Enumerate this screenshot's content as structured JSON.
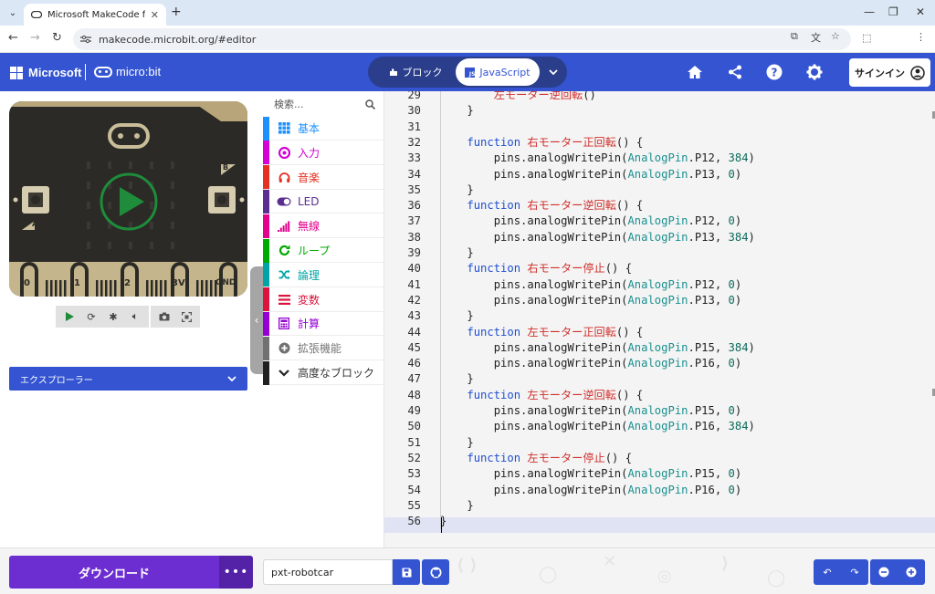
{
  "browser": {
    "tab_title": "Microsoft MakeCode for micro:bit",
    "url": "makecode.microbit.org/#editor"
  },
  "header": {
    "brand": "Microsoft",
    "product": "micro:bit",
    "blocks_label": "ブロック",
    "js_label": "JavaScript",
    "signin_label": "サインイン",
    "accent": "#3454d1"
  },
  "simulator": {
    "pins": [
      "0",
      "1",
      "2",
      "3V",
      "GND"
    ],
    "button_a": "A",
    "button_b": "B",
    "explorer_label": "エクスプローラー"
  },
  "toolbox": {
    "search_placeholder": "検索...",
    "categories": [
      {
        "label": "基本",
        "color": "#1e90ff",
        "icon": "grid-icon"
      },
      {
        "label": "入力",
        "color": "#d400d4",
        "icon": "input-icon"
      },
      {
        "label": "音楽",
        "color": "#e63022",
        "icon": "headphones-icon"
      },
      {
        "label": "LED",
        "color": "#5c2d91",
        "icon": "toggle-icon"
      },
      {
        "label": "無線",
        "color": "#e3008c",
        "icon": "signal-icon"
      },
      {
        "label": "ループ",
        "color": "#00aa00",
        "icon": "loop-icon"
      },
      {
        "label": "論理",
        "color": "#00a4a6",
        "icon": "shuffle-icon"
      },
      {
        "label": "変数",
        "color": "#dc143c",
        "icon": "list-icon"
      },
      {
        "label": "計算",
        "color": "#9400d3",
        "icon": "calculator-icon"
      },
      {
        "label": "拡張機能",
        "color": "#717171",
        "icon": "plus-circle-icon"
      },
      {
        "label": "高度なブロック",
        "color": "#212121",
        "icon": "chevron-down-icon"
      }
    ]
  },
  "code": {
    "lines": [
      {
        "n": "29",
        "seg": [
          [
            "",
            "        "
          ],
          [
            "fn",
            "左モーター逆回転"
          ],
          [
            "",
            "()"
          ]
        ]
      },
      {
        "n": "30",
        "seg": [
          [
            "",
            "    }"
          ]
        ]
      },
      {
        "n": "31",
        "seg": [
          [
            "",
            ""
          ]
        ]
      },
      {
        "n": "32",
        "seg": [
          [
            "",
            "    "
          ],
          [
            "kw",
            "function"
          ],
          [
            "",
            " "
          ],
          [
            "fn",
            "右モーター正回転"
          ],
          [
            "",
            "() {"
          ]
        ]
      },
      {
        "n": "33",
        "seg": [
          [
            "",
            "        pins.analogWritePin("
          ],
          [
            "ty",
            "AnalogPin"
          ],
          [
            "",
            ".P12, "
          ],
          [
            "nm",
            "384"
          ],
          [
            "",
            ")"
          ]
        ]
      },
      {
        "n": "34",
        "seg": [
          [
            "",
            "        pins.analogWritePin("
          ],
          [
            "ty",
            "AnalogPin"
          ],
          [
            "",
            ".P13, "
          ],
          [
            "nm",
            "0"
          ],
          [
            "",
            ")"
          ]
        ]
      },
      {
        "n": "35",
        "seg": [
          [
            "",
            "    }"
          ]
        ]
      },
      {
        "n": "36",
        "seg": [
          [
            "",
            "    "
          ],
          [
            "kw",
            "function"
          ],
          [
            "",
            " "
          ],
          [
            "fn",
            "右モーター逆回転"
          ],
          [
            "",
            "() {"
          ]
        ]
      },
      {
        "n": "37",
        "seg": [
          [
            "",
            "        pins.analogWritePin("
          ],
          [
            "ty",
            "AnalogPin"
          ],
          [
            "",
            ".P12, "
          ],
          [
            "nm",
            "0"
          ],
          [
            "",
            ")"
          ]
        ]
      },
      {
        "n": "38",
        "seg": [
          [
            "",
            "        pins.analogWritePin("
          ],
          [
            "ty",
            "AnalogPin"
          ],
          [
            "",
            ".P13, "
          ],
          [
            "nm",
            "384"
          ],
          [
            "",
            ")"
          ]
        ]
      },
      {
        "n": "39",
        "seg": [
          [
            "",
            "    }"
          ]
        ]
      },
      {
        "n": "40",
        "seg": [
          [
            "",
            "    "
          ],
          [
            "kw",
            "function"
          ],
          [
            "",
            " "
          ],
          [
            "fn",
            "右モーター停止"
          ],
          [
            "",
            "() {"
          ]
        ]
      },
      {
        "n": "41",
        "seg": [
          [
            "",
            "        pins.analogWritePin("
          ],
          [
            "ty",
            "AnalogPin"
          ],
          [
            "",
            ".P12, "
          ],
          [
            "nm",
            "0"
          ],
          [
            "",
            ")"
          ]
        ]
      },
      {
        "n": "42",
        "seg": [
          [
            "",
            "        pins.analogWritePin("
          ],
          [
            "ty",
            "AnalogPin"
          ],
          [
            "",
            ".P13, "
          ],
          [
            "nm",
            "0"
          ],
          [
            "",
            ")"
          ]
        ]
      },
      {
        "n": "43",
        "seg": [
          [
            "",
            "    }"
          ]
        ]
      },
      {
        "n": "44",
        "seg": [
          [
            "",
            "    "
          ],
          [
            "kw",
            "function"
          ],
          [
            "",
            " "
          ],
          [
            "fn",
            "左モーター正回転"
          ],
          [
            "",
            "() {"
          ]
        ]
      },
      {
        "n": "45",
        "seg": [
          [
            "",
            "        pins.analogWritePin("
          ],
          [
            "ty",
            "AnalogPin"
          ],
          [
            "",
            ".P15, "
          ],
          [
            "nm",
            "384"
          ],
          [
            "",
            ")"
          ]
        ]
      },
      {
        "n": "46",
        "seg": [
          [
            "",
            "        pins.analogWritePin("
          ],
          [
            "ty",
            "AnalogPin"
          ],
          [
            "",
            ".P16, "
          ],
          [
            "nm",
            "0"
          ],
          [
            "",
            ")"
          ]
        ]
      },
      {
        "n": "47",
        "seg": [
          [
            "",
            "    }"
          ]
        ]
      },
      {
        "n": "48",
        "seg": [
          [
            "",
            "    "
          ],
          [
            "kw",
            "function"
          ],
          [
            "",
            " "
          ],
          [
            "fn",
            "左モーター逆回転"
          ],
          [
            "",
            "() {"
          ]
        ]
      },
      {
        "n": "49",
        "seg": [
          [
            "",
            "        pins.analogWritePin("
          ],
          [
            "ty",
            "AnalogPin"
          ],
          [
            "",
            ".P15, "
          ],
          [
            "nm",
            "0"
          ],
          [
            "",
            ")"
          ]
        ]
      },
      {
        "n": "50",
        "seg": [
          [
            "",
            "        pins.analogWritePin("
          ],
          [
            "ty",
            "AnalogPin"
          ],
          [
            "",
            ".P16, "
          ],
          [
            "nm",
            "384"
          ],
          [
            "",
            ")"
          ]
        ]
      },
      {
        "n": "51",
        "seg": [
          [
            "",
            "    }"
          ]
        ]
      },
      {
        "n": "52",
        "seg": [
          [
            "",
            "    "
          ],
          [
            "kw",
            "function"
          ],
          [
            "",
            " "
          ],
          [
            "fn",
            "左モーター停止"
          ],
          [
            "",
            "() {"
          ]
        ]
      },
      {
        "n": "53",
        "seg": [
          [
            "",
            "        pins.analogWritePin("
          ],
          [
            "ty",
            "AnalogPin"
          ],
          [
            "",
            ".P15, "
          ],
          [
            "nm",
            "0"
          ],
          [
            "",
            ")"
          ]
        ]
      },
      {
        "n": "54",
        "seg": [
          [
            "",
            "        pins.analogWritePin("
          ],
          [
            "ty",
            "AnalogPin"
          ],
          [
            "",
            ".P16, "
          ],
          [
            "nm",
            "0"
          ],
          [
            "",
            ")"
          ]
        ]
      },
      {
        "n": "55",
        "seg": [
          [
            "",
            "    }"
          ]
        ]
      },
      {
        "n": "56",
        "seg": [
          [
            "",
            "}"
          ]
        ]
      }
    ]
  },
  "bottom": {
    "download_label": "ダウンロード",
    "more_label": "•••",
    "project_name": "pxt-robotcar"
  }
}
